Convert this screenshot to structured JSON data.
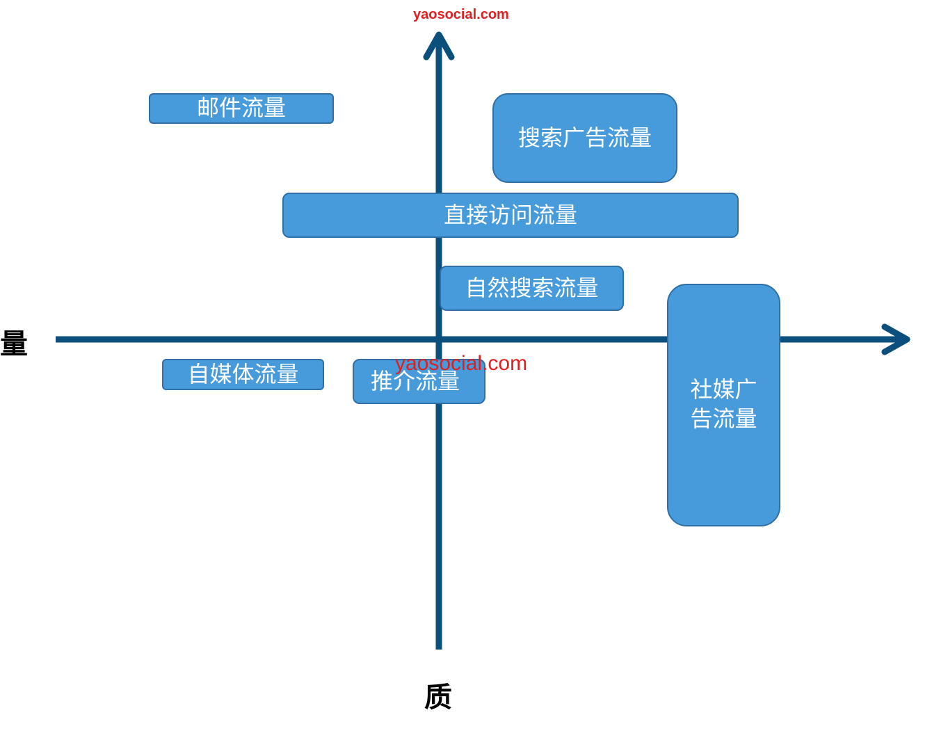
{
  "watermark_top": "yaosocial.com",
  "watermark_center": "yaosocial.com",
  "axis_labels": {
    "x": "量",
    "y": "质"
  },
  "boxes": {
    "email": "邮件流量",
    "search_ads": "搜索广告流量",
    "direct": "直接访问流量",
    "organic_search": "自然搜索流量",
    "social_ads": "社媒广\n告流量",
    "self_media": "自媒体流量",
    "referral": "推介流量"
  },
  "colors": {
    "axis": "#0b4f7c",
    "box_fill": "#479bda",
    "box_border": "#2f6fa5",
    "watermark": "#e02020"
  }
}
